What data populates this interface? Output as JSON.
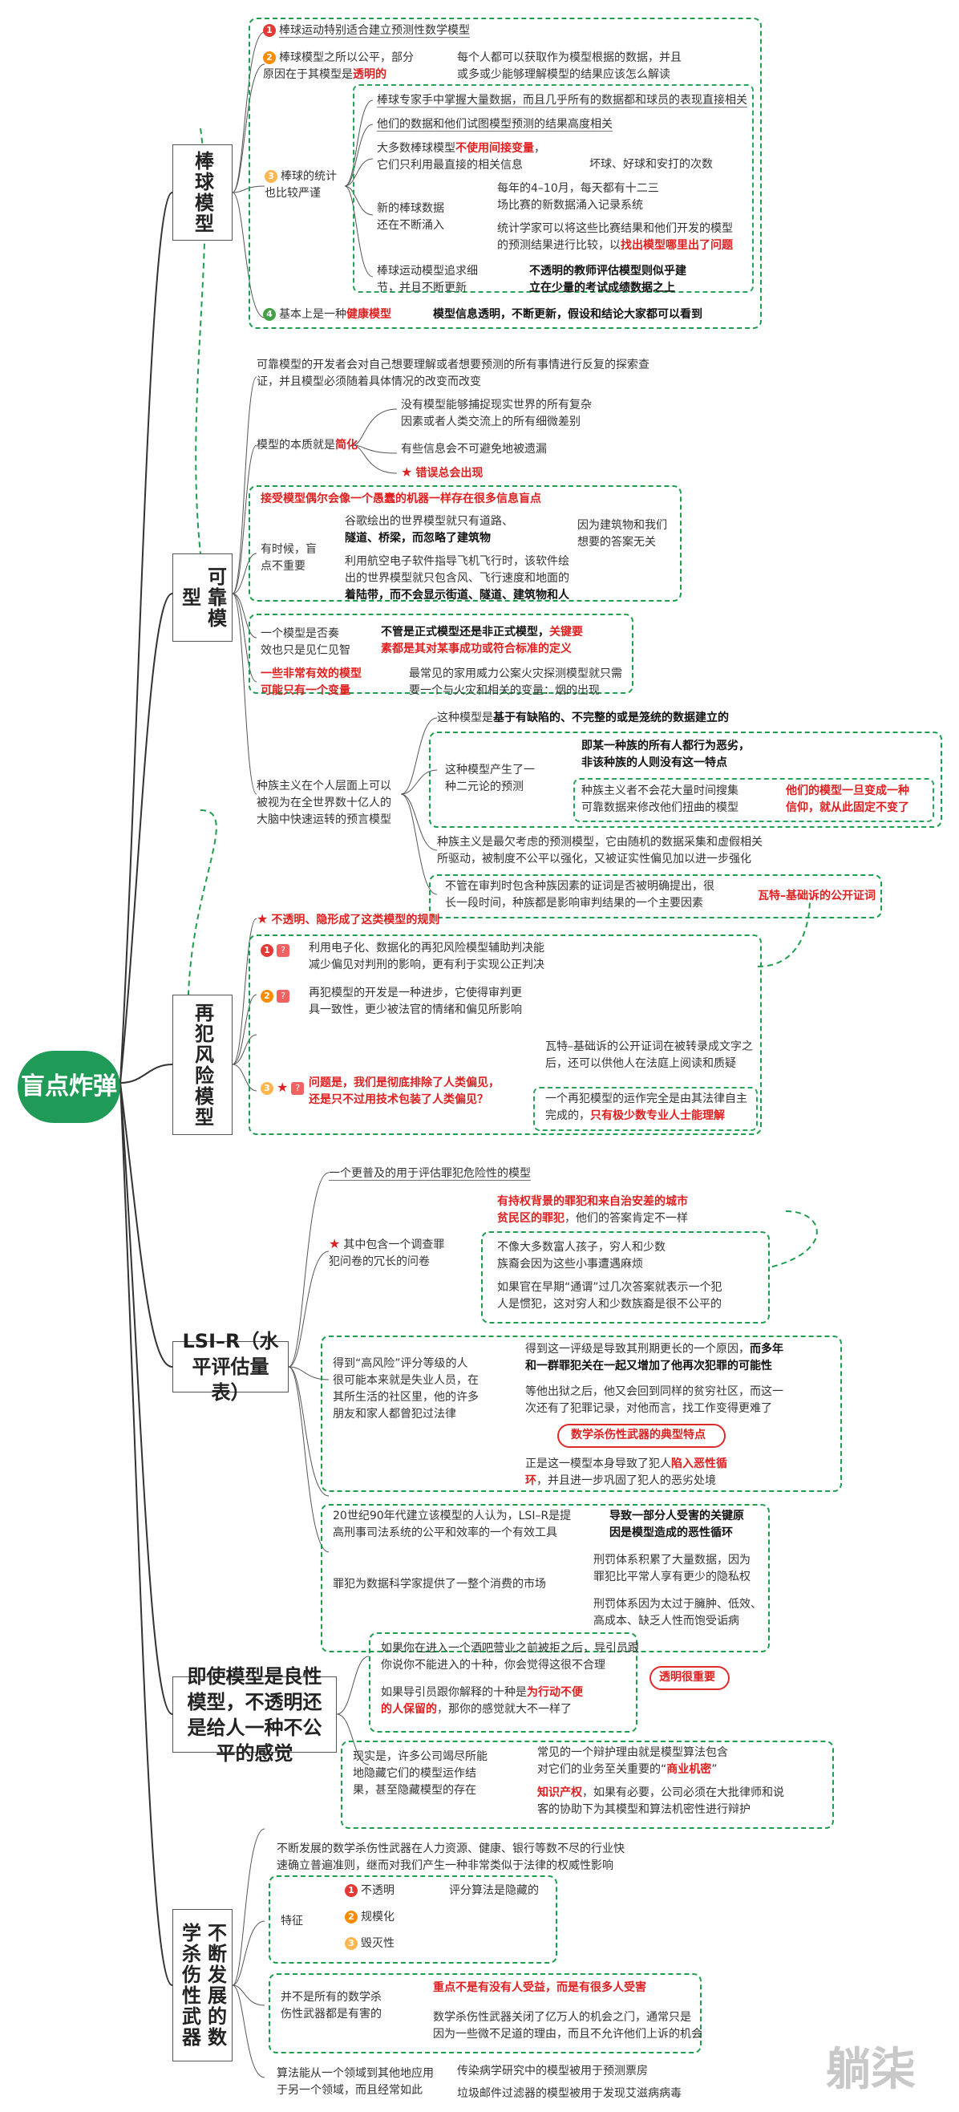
{
  "root": {
    "label": "盲点炸弹"
  },
  "branches": {
    "b1": "棒球模型",
    "b2": "可靠模型",
    "b3": "再犯风险模型",
    "b4": "LSI–R（水平评估量表）",
    "b5": "即使模型是良性模型，不透明还是给人一种不公平的感觉",
    "b6": "不断发展的数学杀伤性武器"
  },
  "baseball": {
    "p1": "棒球运动特别适合建立预测性数学模型",
    "p2_label_a": "棒球模型之所以公平，部分",
    "p2_label_b": "原因在于其模型是",
    "p2_label_c": "透明的",
    "p2_detail_a": "每个人都可以获取作为模型根据的数据，并且",
    "p2_detail_b": "或多或少能够理解模型的结果应该怎么解读",
    "p3_label_a": "棒球的统计",
    "p3_label_b": "也比较严谨",
    "p3_c1": "棒球专家手中掌握大量数据，而且几乎所有的数据都和球员的表现直接相关",
    "p3_c2": "他们的数据和他们试图模型预测的结果高度相关",
    "p3_c3_a": "大多数棒球模型",
    "p3_c3_b": "不使用间接变量",
    "p3_c3_c": "，",
    "p3_c3_d": "它们只利用最直接的相关信息",
    "p3_c3_e": "坏球、好球和安打的次数",
    "p3_c4_a": "新的棒球数据",
    "p3_c4_b": "还在不断涌入",
    "p3_c4_d1": "每年的4–10月，每天都有十二三",
    "p3_c4_d2": "场比赛的新数据涌入记录系统",
    "p3_c4_e1": "统计学家可以将这些比赛结果和他们开发的模型",
    "p3_c4_e2": "的预测结果进行比较，以",
    "p3_c4_e3": "找出模型哪里出了问题",
    "p3_c5_a": "棒球运动模型追求细",
    "p3_c5_b": "节，并且不断更新",
    "p3_c5_c1": "不透明的教师评估模型则似乎建",
    "p3_c5_c2": "立在少量的考试成绩数据之上",
    "p4_a": "基本上是一种",
    "p4_b": "健康模型",
    "p4_c": "模型信息透明，不断更新，假设和结论大家都可以看到"
  },
  "reliable": {
    "intro1": "可靠模型的开发者会对自己想要理解或者想要预测的所有事情进行反复的探索查",
    "intro2": "证，并且模型必须随着具体情况的改变而改变",
    "s1_label_a": "模型的本质就是",
    "s1_label_b": "简化",
    "s1_c1a": "没有模型能够捕捉现实世界的所有复杂",
    "s1_c1b": "因素或者人类交流上的所有细微差别",
    "s1_c2": "有些信息会不可避免地被遗漏",
    "s1_c3": "错误总会出现",
    "s2_header": "接受模型偶尔会像一个愚蠢的机器一样存在很多信息盲点",
    "s2_label_a": "有时候，盲",
    "s2_label_b": "点不重要",
    "s2_c1a": "谷歌绘出的世界模型就只有道路、",
    "s2_c1b": "隧道、桥梁，而忽略了建筑物",
    "s2_c1c1": "因为建筑物和我们",
    "s2_c1c2": "想要的答案无关",
    "s2_c2a": "利用航空电子软件指导飞机飞行时，该软件绘",
    "s2_c2b": "出的世界模型就只包含风、飞行速度和地面的",
    "s2_c2c": "着陆带，而不会显示街道、隧道、建筑物和人",
    "s3_label_a": "一个模型是否奏",
    "s3_label_b": "效也只是见仁见智",
    "s3_c1a": "不管是正式模型还是非正式模型，",
    "s3_c1b": "关键要",
    "s3_c1c": "素都是其对某事成功或符合标准的定义",
    "s4_a": "一些非常有效的模型",
    "s4_b": "可能只有一个变量",
    "s4_c1": "最常见的家用威力公案火灾探测模型就只需",
    "s4_c2": "要一个与火灾和相关的变量：烟的出现",
    "s5_label_a": "种族主义在个人层面上可以",
    "s5_label_b": "被视为在全世界数十亿人的",
    "s5_label_c": "大脑中快速运转的预言模型",
    "s5_c1a": "这种模型是",
    "s5_c1b": "基于有缺陷的、不完整的或是笼统的数据建立的",
    "s5_c2a": "这种模型产生了一",
    "s5_c2b": "种二元论的预测",
    "s5_c2c1": "即某一种族的所有人都行为恶劣，",
    "s5_c2c2": "非该种族的人则没有这一特点",
    "s5_c2d1": "种族主义者不会花大量时间搜集",
    "s5_c2d2": "可靠数据来修改他们扭曲的模型",
    "s5_c2e1": "他们的模型一旦变成一种",
    "s5_c2e2": "信仰，就从此固定不变了",
    "s5_c3a": "种族主义是最欠考虑的预测模型，它由随机的数据采集和虚假相关",
    "s5_c3b": "所驱动，被制度不公平以强化，又被证实性偏见加以进一步强化",
    "s5_c4a": "不管在审判时包含种族因素的证词是否被明确提出，很",
    "s5_c4b": "长一段时间，种族都是影响审判结果的一个主要因素",
    "s5_c4c": "瓦特–基础诉的公开证词"
  },
  "recid": {
    "header": "不透明、隐形成了这类模型的规则",
    "i1a": "利用电子化、数据化的再犯风险模型辅助判决能",
    "i1b": "减少偏见对判刑的影响，更有利于实现公正判决",
    "i2a": "再犯模型的开发是一种进步，它使得审判更",
    "i2b": "具一致性，更少被法官的情绪和偏见所影响",
    "i3a": "问题是，我们是彻底排除了人类偏见，",
    "i3b": "还是只不过用技术包装了人类偏见？",
    "i3c1": "瓦特–基础诉的公开证词在被转录成文字之",
    "i3c2": "后，还可以供他人在法庭上阅读和质疑",
    "i3d1": "一个再犯模型的运作完全是由其法律自主",
    "i3d2a": "完成的，",
    "i3d2b": "只有极少数专业人士能理解"
  },
  "lsir": {
    "intro": "一个更普及的用于评估罪犯危险性的模型",
    "s1_label_a": "其中包含一个调查罪",
    "s1_label_b": "犯问卷的冗长的问卷",
    "s1_c1a": "有持权背景的罪犯和来自治安差的城市",
    "s1_c1b": "贫民区的罪犯",
    "s1_c1c": "，他们的答案肯定不一样",
    "s1_c2a": "不像大多数富人孩子，穷人和少数",
    "s1_c2b": "族裔会因为这些小事遭遇麻烦",
    "s1_c3a": "如果官在早期“通谓”过几次答案就表示一个犯",
    "s1_c3b": "人是惯犯，这对穷人和少数族裔是很不公平的",
    "s2_label_a": "得到“高风险”评分等级的人",
    "s2_label_b": "很可能本来就是失业人员，在",
    "s2_label_c": "其所生活的社区里，他的许多",
    "s2_label_d": "朋友和家人都曾犯过法律",
    "s2_c1a": "得到这一评级是导致其刑期更长的一个原因，",
    "s2_c1b": "而多年",
    "s2_c1c": "和一群罪犯关在一起又增加了他再次犯罪的可能性",
    "s2_c2a": "等他出狱之后，他又会回到同样的贫穷社区，而这一",
    "s2_c2b": "次还有了犯罪记录，对他而言，找工作变得更难了",
    "s2_c3": "数学杀伤性武器的典型特点",
    "s2_c4a": "正是这一模型本身导致了犯人",
    "s2_c4b": "陷入恶性循",
    "s2_c4c": "环",
    "s2_c4d": "，并且进一步巩固了犯人的恶劣处境",
    "s3_a": "20世纪90年代建立该模型的人认为，LSI–R是提",
    "s3_b": "高刑事司法系统的公平和效率的一个有效工具",
    "s3_c1": "导致一部分人受害的关键原",
    "s3_c2": "因是模型造成的恶性循环",
    "s4_label": "罪犯为数据科学家提供了一整个消费的市场",
    "s4_c1a": "刑罚体系积累了大量数据，因为",
    "s4_c1b": "罪犯比平常人享有更少的隐私权",
    "s4_c2a": "刑罚体系因为太过于臃肿、低效、",
    "s4_c2b": "高成本、缺乏人性而饱受诟病"
  },
  "benign": {
    "s1a": "如果你在进入一个酒吧营业之前被拒之后，导引员跟",
    "s1b": "你说你不能进入的十种",
    "s1c": "，你会觉得这很不合理",
    "s2a": "如果导引员跟你解释的十种是",
    "s2b": "为行动不便",
    "s2c": "的人保留的",
    "s2d": "，那你的感觉就大不一样了",
    "s2e": "透明很重要",
    "s3a": "现实是，许多公司竭尽所能",
    "s3b": "地隐藏它们的模型运作结",
    "s3c": "果，甚至隐藏模型的存在",
    "s3d1": "常见的一个辩护理由就是模型算法包含",
    "s3d2a": "对它们的业务至关重要的“",
    "s3d2b": "商业机密",
    "s3d2c": "”",
    "s3e1a": "知识产权",
    "s3e1b": "，如果有必要，公司必须在大批律师和说",
    "s3e2": "客的协助下为其模型和算法机密性进行辩护"
  },
  "weapon": {
    "intro1": "不断发展的数学杀伤性武器在人力资源、健康、银行等数不尽的行业快",
    "intro2": "速确立普遍准则，继而对我们产生一种非常类似于法律的权威性影响",
    "feat_label": "特征",
    "f1": "不透明",
    "f1d": "评分算法是隐藏的",
    "f2": "规模化",
    "f3": "毁灭性",
    "s2_label_a": "并不是所有的数学杀",
    "s2_label_b": "伤性武器都是有害的",
    "s2_c1": "重点不是有没有人受益，而是有很多人受害",
    "s2_c2a": "数学杀伤性武器关闭了亿万人的机会之门，通常只是",
    "s2_c2b": "因为一些微不足道的理由，而且不允许他们上诉的机会",
    "s3_label_a": "算法能从一个领域到其他地应用",
    "s3_label_b": "于另一个领域，而且经常如此",
    "s3_c1": "传染病学研究中的模型被用于预测票房",
    "s3_c2": "垃圾邮件过滤器的模型被用于发现艾滋病病毒"
  },
  "watermark": {
    "text": "躺柒"
  },
  "colors": {
    "accent_green": "#1e9d4e",
    "accent_red": "#e02020"
  }
}
